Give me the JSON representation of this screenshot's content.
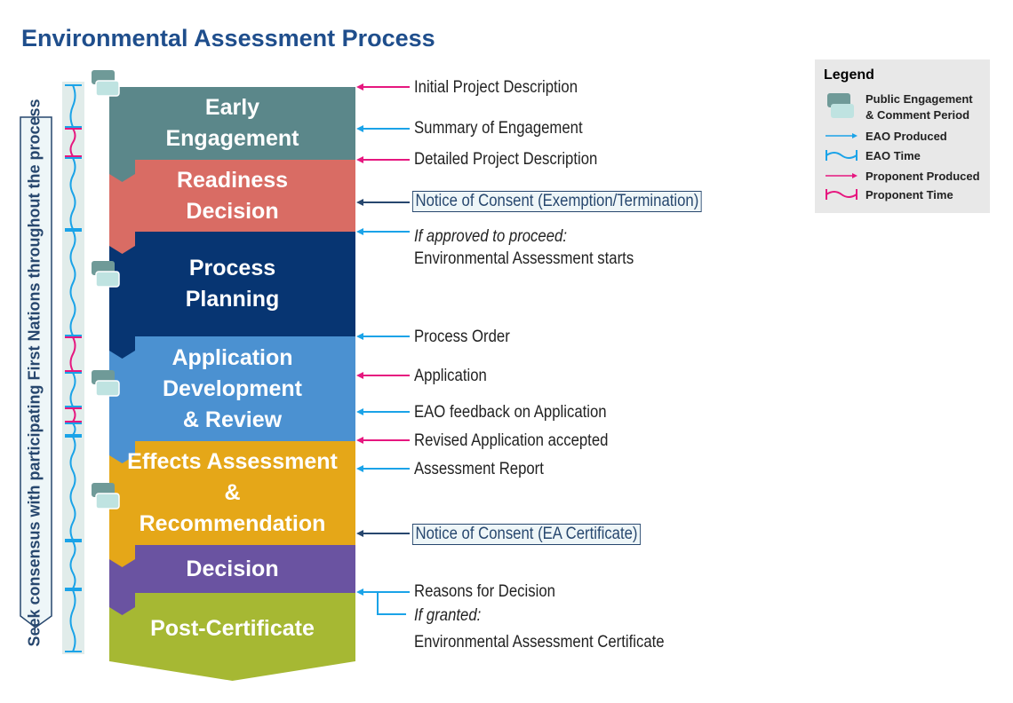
{
  "title": "Environmental Assessment Process",
  "side_label": "Seek consensus with participating First Nations throughout the process",
  "stages": [
    {
      "lines": [
        "Early",
        "Engagement"
      ],
      "color": "#5b878a"
    },
    {
      "lines": [
        "Readiness",
        "Decision"
      ],
      "color": "#d96c64"
    },
    {
      "lines": [
        "Process",
        "Planning"
      ],
      "color": "#073572"
    },
    {
      "lines": [
        "Application",
        "Development",
        "& Review"
      ],
      "color": "#4b91d1"
    },
    {
      "lines": [
        "Effects Assessment",
        "&",
        "Recommendation"
      ],
      "color": "#e5a718"
    },
    {
      "lines": [
        "Decision"
      ],
      "color": "#6a53a1"
    },
    {
      "lines": [
        "Post-Certificate"
      ],
      "color": "#a6b833"
    }
  ],
  "outputs": {
    "o1": "Initial Project Description",
    "o2": "Summary of Engagement",
    "o3": "Detailed Project Description",
    "o4": "Notice of Consent (Exemption/Termination)",
    "o5a": "If approved to proceed:",
    "o5b": "Environmental Assessment starts",
    "o6": "Process Order",
    "o7": "Application",
    "o8": "EAO feedback on Application",
    "o9": "Revised Application accepted",
    "o10": "Assessment Report",
    "o11": "Notice of Consent (EA Certificate)",
    "o12": "Reasons for Decision",
    "o13a": "If granted:",
    "o13b": "Environmental Assessment Certificate"
  },
  "legend": {
    "title": "Legend",
    "public": "Public Engagement",
    "public2": "& Comment Period",
    "eao_produced": "EAO Produced",
    "eao_time": "EAO Time",
    "prop_produced": "Proponent Produced",
    "prop_time": "Proponent Time"
  },
  "colors": {
    "eao": "#1aa3e8",
    "proponent": "#e6177f",
    "notice": "#27476e"
  }
}
